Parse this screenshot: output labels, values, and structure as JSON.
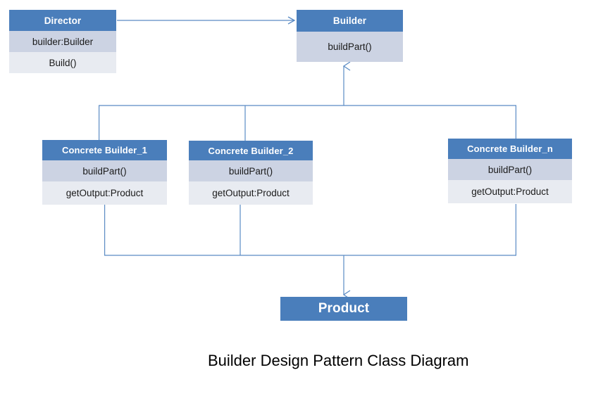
{
  "diagram": {
    "caption": "Builder Design Pattern Class Diagram",
    "accent_color": "#4a7ebb",
    "attribute_row_color": "#ccd3e3",
    "operation_row_color": "#e8ebf1",
    "connector_color": "#5b8bc4",
    "background_color": "#ffffff"
  },
  "classes": {
    "director": {
      "name": "Director",
      "attribute": "builder:Builder",
      "operation": "Build()"
    },
    "builder": {
      "name": "Builder",
      "operation": "buildPart()"
    },
    "concrete_builder_1": {
      "name": "Concrete Builder_1",
      "operation": "buildPart()",
      "attribute": "getOutput:Product"
    },
    "concrete_builder_2": {
      "name": "Concrete Builder_2",
      "operation": "buildPart()",
      "attribute": "getOutput:Product"
    },
    "concrete_builder_n": {
      "name": "Concrete Builder_n",
      "operation": "buildPart()",
      "attribute": "getOutput:Product"
    },
    "product": {
      "name": "Product"
    }
  },
  "relationships": [
    {
      "from": "Director",
      "to": "Builder",
      "type": "association"
    },
    {
      "from": "Concrete Builder_1",
      "to": "Builder",
      "type": "generalization"
    },
    {
      "from": "Concrete Builder_2",
      "to": "Builder",
      "type": "generalization"
    },
    {
      "from": "Concrete Builder_n",
      "to": "Builder",
      "type": "generalization"
    },
    {
      "from": "Concrete Builder_1",
      "to": "Product",
      "type": "dependency"
    },
    {
      "from": "Concrete Builder_2",
      "to": "Product",
      "type": "dependency"
    },
    {
      "from": "Concrete Builder_n",
      "to": "Product",
      "type": "dependency"
    }
  ]
}
